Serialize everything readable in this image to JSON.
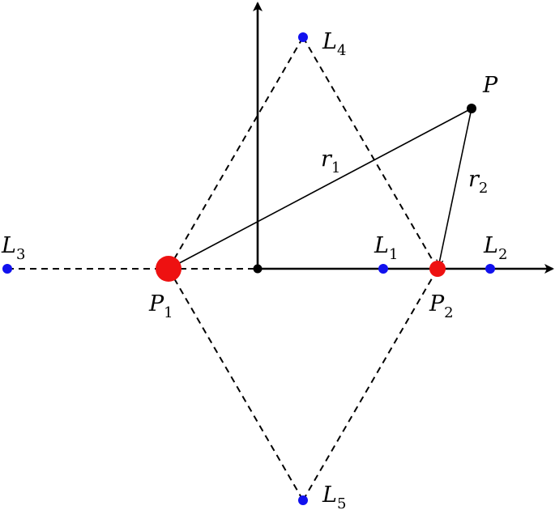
{
  "colors": {
    "primary_mass": "#ee1111",
    "lagrange_point": "#1111ee",
    "test_point": "#000000",
    "lines": "#000000"
  },
  "labels": {
    "L1": {
      "main": "L",
      "sub": "1"
    },
    "L2": {
      "main": "L",
      "sub": "2"
    },
    "L3": {
      "main": "L",
      "sub": "3"
    },
    "L4": {
      "main": "L",
      "sub": "4"
    },
    "L5": {
      "main": "L",
      "sub": "5"
    },
    "P": {
      "main": "P",
      "sub": ""
    },
    "P1": {
      "main": "P",
      "sub": "1"
    },
    "P2": {
      "main": "P",
      "sub": "2"
    },
    "r1": {
      "main": "r",
      "sub": "1"
    },
    "r2": {
      "main": "r",
      "sub": "2"
    }
  }
}
